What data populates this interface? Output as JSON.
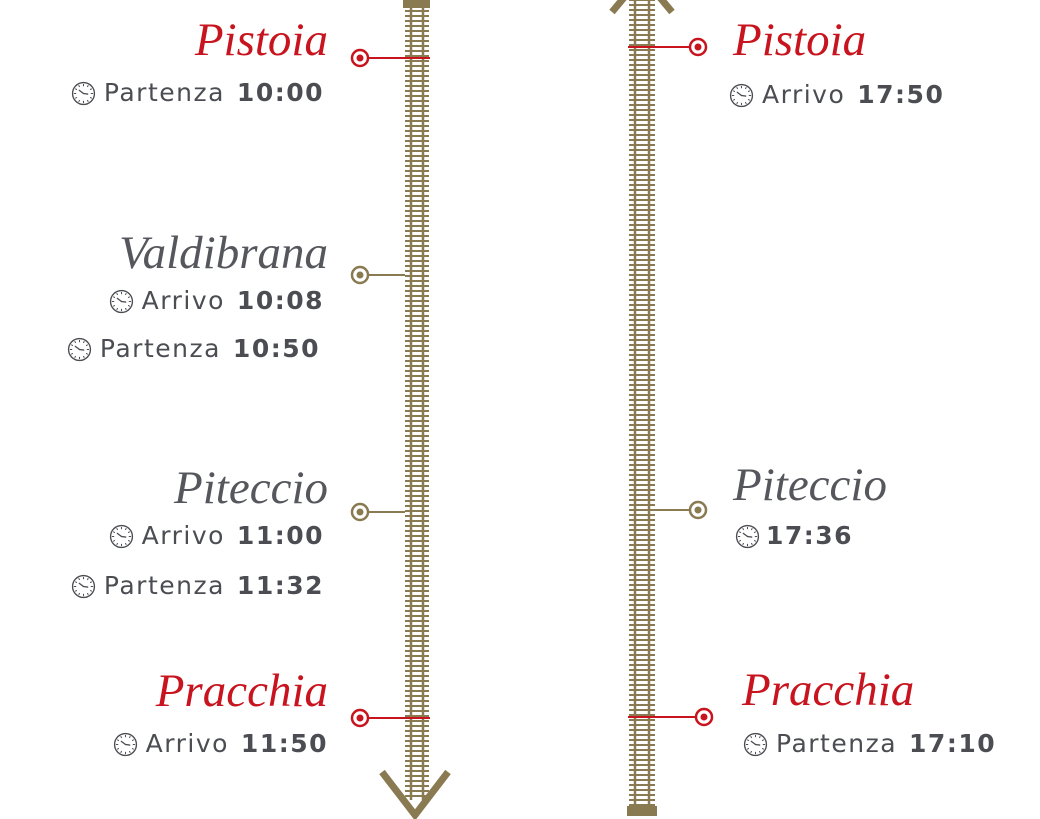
{
  "colors": {
    "track": "#8a7a52",
    "terminus": "#c8141e",
    "intermediate": "#8a7a52",
    "text": "#4b4d53"
  },
  "outbound": {
    "stations": [
      {
        "name": "Pistoia",
        "type": "terminus",
        "times": [
          {
            "label": "Partenza",
            "time": "10:00"
          }
        ]
      },
      {
        "name": "Valdibrana",
        "type": "intermediate",
        "times": [
          {
            "label": "Arrivo",
            "time": "10:08"
          },
          {
            "label": "Partenza",
            "time": "10:50"
          }
        ]
      },
      {
        "name": "Piteccio",
        "type": "intermediate",
        "times": [
          {
            "label": "Arrivo",
            "time": "11:00"
          },
          {
            "label": "Partenza",
            "time": "11:32"
          }
        ]
      },
      {
        "name": "Pracchia",
        "type": "terminus",
        "times": [
          {
            "label": "Arrivo",
            "time": "11:50"
          }
        ]
      }
    ]
  },
  "return": {
    "stations": [
      {
        "name": "Pistoia",
        "type": "terminus",
        "times": [
          {
            "label": "Arrivo",
            "time": "17:50"
          }
        ]
      },
      {
        "name": "Piteccio",
        "type": "intermediate",
        "times": [
          {
            "label": "",
            "time": "17:36"
          }
        ]
      },
      {
        "name": "Pracchia",
        "type": "terminus",
        "times": [
          {
            "label": "Partenza",
            "time": "17:10"
          }
        ]
      }
    ]
  },
  "icons": {
    "clock": "clock-icon",
    "station_marker": "station-marker-icon",
    "direction_arrow": "chevron-arrow-icon"
  }
}
